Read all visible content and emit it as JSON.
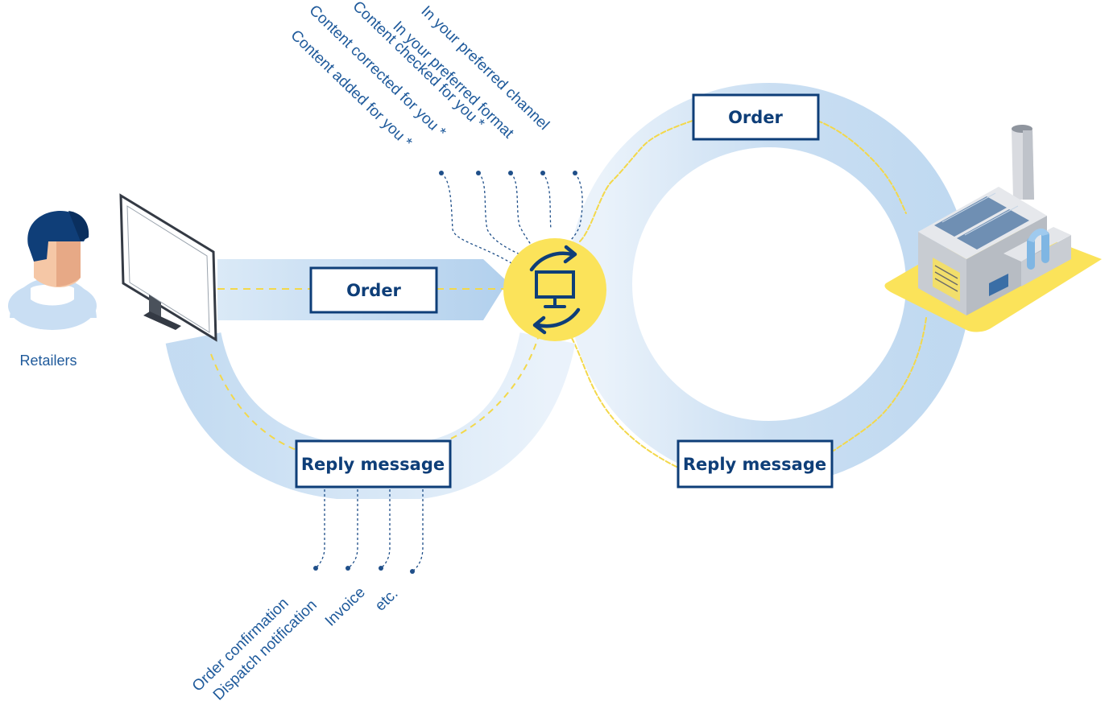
{
  "retailer": {
    "label": "Retailers"
  },
  "boxes": {
    "order_left": "Order",
    "reply_left": "Reply message",
    "order_right": "Order",
    "reply_right": "Reply message"
  },
  "services": [
    "Content added for you *",
    "Content corrected for you *",
    "Content checked for you *",
    "In your preferred format",
    "In your preferred channel"
  ],
  "reply_types": [
    "Order confirmation",
    "Dispatch notification",
    "Invoice",
    "etc."
  ],
  "icons": {
    "person": "person-icon",
    "monitor": "monitor-icon",
    "hub": "sync-monitor-icon",
    "factory": "factory-icon"
  },
  "colors": {
    "navy": "#0e3e78",
    "blue_text": "#1f5a9b",
    "band": "#c6ddf2",
    "band_light": "#e6f0fa",
    "yellow": "#fbe35a",
    "yellow_line": "#f3d84a"
  }
}
